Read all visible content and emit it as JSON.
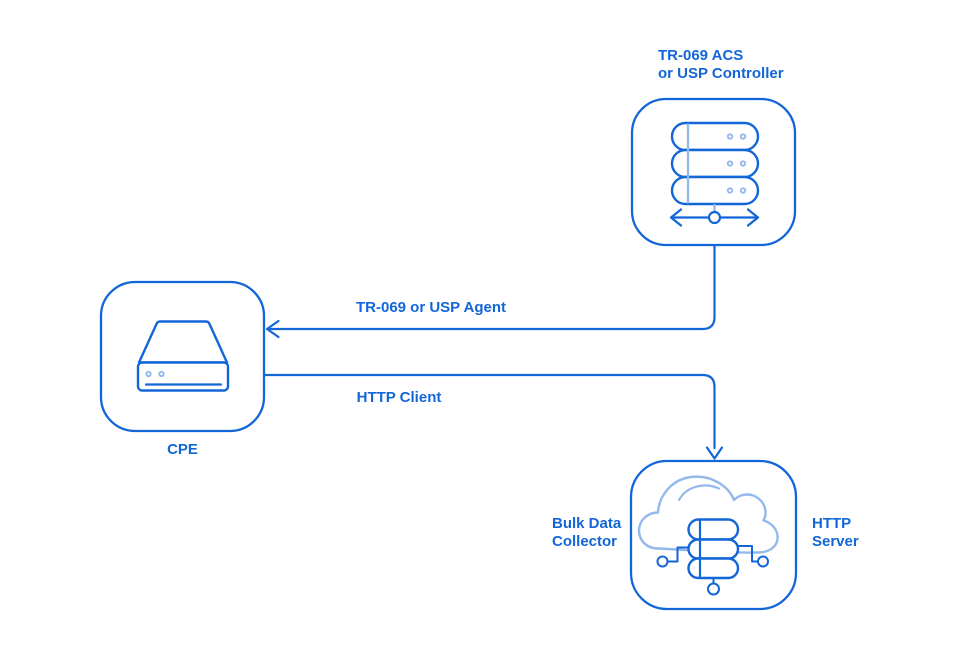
{
  "diagram": {
    "colors": {
      "primary_blue": "#1266D8",
      "light_blue": "#93B9EC",
      "background": "#FFFFFF"
    },
    "nodes": {
      "acs": {
        "label": "TR-069 ACS\nor USP Controller",
        "icon": "server-rack-icon"
      },
      "cpe": {
        "label": "CPE",
        "icon": "device-icon"
      },
      "bulk_collector": {
        "label_left": "Bulk Data\nCollector",
        "label_right": "HTTP\nServer",
        "icon": "cloud-database-icon"
      }
    },
    "edges": {
      "acs_to_cpe": {
        "label": "TR-069 or USP Agent",
        "from": "acs",
        "to": "cpe"
      },
      "cpe_to_collector": {
        "label": "HTTP Client",
        "from": "cpe",
        "to": "bulk_collector"
      }
    }
  }
}
